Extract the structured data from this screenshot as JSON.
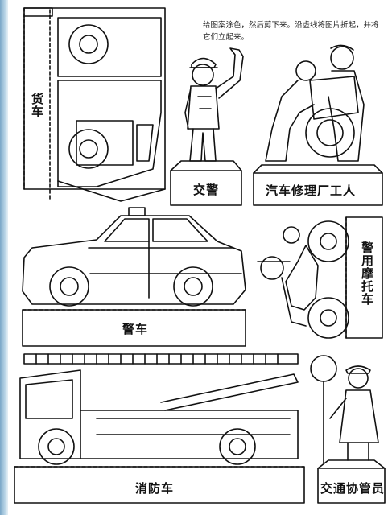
{
  "instructions": "给图案涂色，然后剪下来。沿虚线将图片折起，并将它们立起来。",
  "labels": {
    "truck": "货车",
    "traffic_police": "交警",
    "repair_workers": "汽车修理厂工人",
    "police_car": "警车",
    "police_motorcycle": "警用摩托车",
    "fire_truck": "消防车",
    "traffic_warden": "交通协管员"
  },
  "colors": {
    "ink": "#111111",
    "paper": "#ffffff",
    "edge_strip": "#7aa7c7"
  }
}
